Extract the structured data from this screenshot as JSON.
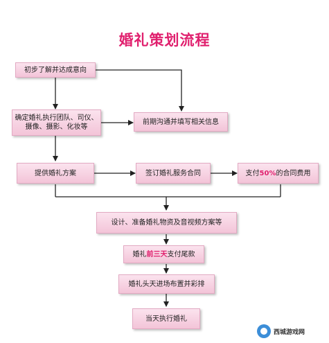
{
  "title": "婚礼策划流程",
  "steps": {
    "s1": "初步了解并达成意向",
    "s2_line1": "确定婚礼执行团队、司仪、",
    "s2_line2": "摄像、摄影、化妆等",
    "s3": "前期沟通并填写相关信息",
    "s4": "提供婚礼方案",
    "s5": "签订婚礼服务合同",
    "s6_pre": "支付",
    "s6_hl": "50%",
    "s6_post": "的合同费用",
    "s7": "设计、准备婚礼物资及音视频方案等",
    "s8_pre": "婚礼",
    "s8_hl": "前三天",
    "s8_post": "支付尾款",
    "s9": "婚礼头天进场布置并彩排",
    "s10": "当天执行婚礼"
  },
  "watermark": {
    "text": "西城游戏网"
  },
  "colors": {
    "accent": "#e0206e",
    "box_fill": "#f3c4d8",
    "arrow": "#222222"
  }
}
